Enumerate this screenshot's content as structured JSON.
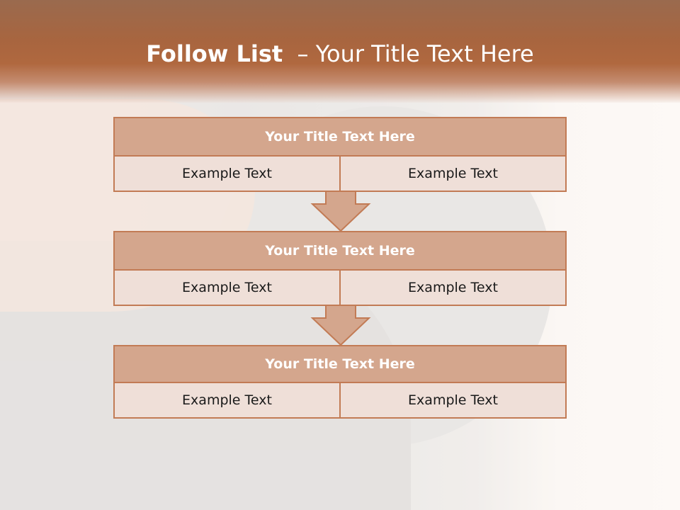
{
  "slide": {
    "title_bold": "Follow List",
    "title_rest": "  – Your Title Text Here"
  },
  "steps": [
    {
      "title": "Your Title Text Here",
      "left": "Example Text",
      "right": "Example Text"
    },
    {
      "title": "Your Title Text Here",
      "left": "Example Text",
      "right": "Example Text"
    },
    {
      "title": "Your Title Text Here",
      "left": "Example Text",
      "right": "Example Text"
    }
  ],
  "colors": {
    "header": "#a8653f",
    "box_title_fill": "#d4a68d",
    "box_cell_fill": "#efdfd8",
    "border": "#c27b55",
    "arrow_fill": "#d4a68d"
  }
}
